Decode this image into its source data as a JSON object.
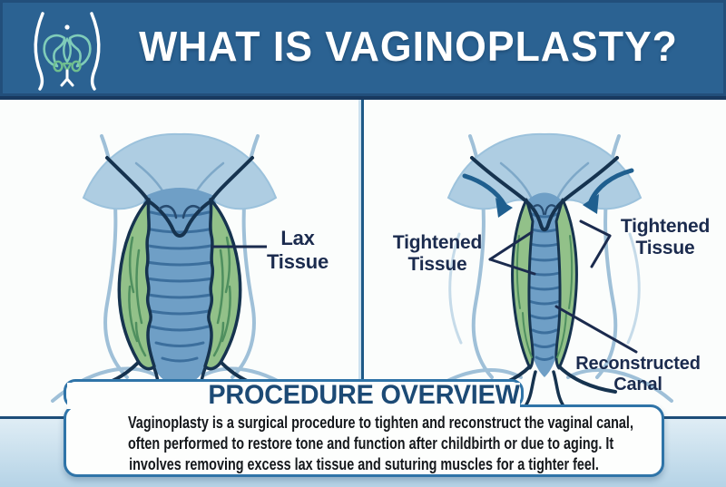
{
  "header": {
    "title": "WHAT IS VAGINOPLASTY?",
    "icon": "pelvis-icon"
  },
  "panels": {
    "left": {
      "label": "Lax Tissue"
    },
    "right": {
      "label_left": "Tightened Tissue",
      "label_right": "Tightened Tissue",
      "label_bottom": "Reconstructed Canal"
    }
  },
  "overview": {
    "title": "PROCEDURE OVERVIEW",
    "lines": [
      "Vaginoplasty is a surgical procedure to tighten and reconstruct the vaginal canal,",
      "often performed to restore tone and function after childbirth or due to aging. It",
      "involves removing excess lax tissue and suturing muscles for a tighter feel."
    ]
  },
  "colors": {
    "header_bg": "#2b6292",
    "header_border": "#18395f",
    "panel_bg": "#fbfdfc",
    "outline_navy": "#16334f",
    "canal_blue": "#6f9fc6",
    "canal_ridge": "#3c6f9d",
    "tissue_green": "#92c189",
    "tissue_green_line": "#4f8f5f",
    "mound_blue": "#aecde2",
    "side_curve_blue": "#9fc0d8",
    "label_navy": "#1b2b4e",
    "box_border_blue": "#2f74a8",
    "overview_title": "#1c4a75",
    "bottom_band": "#b5d3e6",
    "arrow_blue": "#1f5f8f"
  }
}
